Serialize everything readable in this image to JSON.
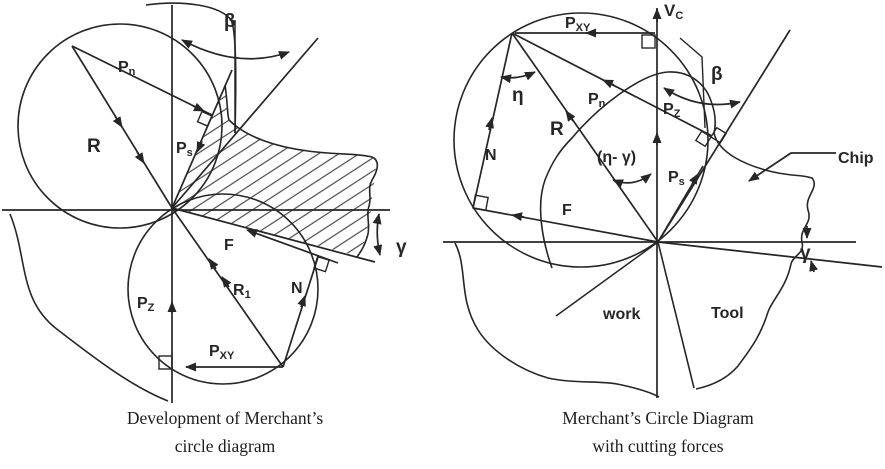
{
  "page": {
    "background": "#ffffff",
    "ink": "#262626"
  },
  "left_diagram": {
    "caption": [
      "Development of Merchant’s",
      "circle diagram"
    ],
    "labels": {
      "beta": "β",
      "gamma": "γ",
      "r": "R",
      "f": "F",
      "n": "N",
      "pn": {
        "main": "P",
        "sub": "n"
      },
      "ps": {
        "main": "P",
        "sub": "s"
      },
      "pz": {
        "main": "P",
        "sub": "Z"
      },
      "pxy": {
        "main": "P",
        "sub": "XY"
      },
      "r1": {
        "main": "R",
        "sub": "1"
      }
    }
  },
  "right_diagram": {
    "caption": [
      "Merchant’s Circle Diagram",
      "with cutting forces"
    ],
    "labels": {
      "vc": {
        "main": "V",
        "sub": "C"
      },
      "pxy": {
        "main": "P",
        "sub": "XY"
      },
      "pn": {
        "main": "P",
        "sub": "n"
      },
      "pz": {
        "main": "P",
        "sub": "Z"
      },
      "ps": {
        "main": "P",
        "sub": "s"
      },
      "beta": "β",
      "eta": "η",
      "eta_gamma": "(η- γ)",
      "r": "R",
      "n": "N",
      "f": "F",
      "gamma": "γ",
      "chip": "Chip",
      "work": "work",
      "tool": "Tool"
    }
  }
}
